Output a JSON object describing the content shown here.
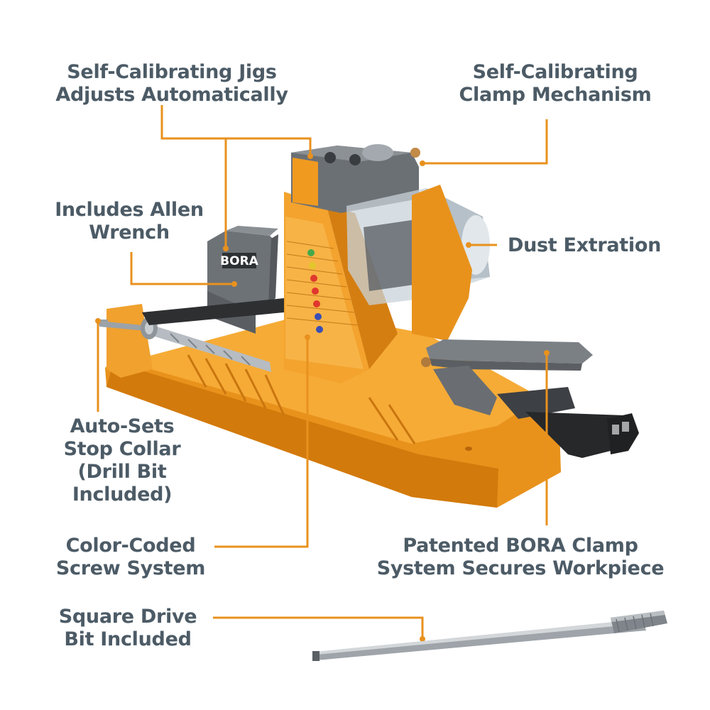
{
  "colors": {
    "accent_orange": "#e8911e",
    "body_orange": "#f2a22c",
    "label_gray": "#4c5b66",
    "tool_gray": "#6f7479",
    "dark_gray": "#3c4045"
  },
  "brand": {
    "logo_text": "BORA"
  },
  "callouts": {
    "self_calibrating_jigs": {
      "line1": "Self-Calibrating Jigs",
      "line2": "Adjusts Automatically"
    },
    "clamp_mechanism": {
      "line1": "Self-Calibrating",
      "line2": "Clamp Mechanism"
    },
    "allen_wrench": {
      "line1": "Includes Allen",
      "line2": "Wrench"
    },
    "dust_extraction": {
      "line1": "Dust Extration"
    },
    "stop_collar": {
      "line1": "Auto-Sets",
      "line2": "Stop Collar",
      "line3": "(Drill Bit",
      "line4": "Included)"
    },
    "color_coded": {
      "line1": "Color-Coded",
      "line2": "Screw System"
    },
    "clamp_system": {
      "line1": "Patented BORA Clamp",
      "line2": "System Secures Workpiece"
    },
    "square_drive": {
      "line1": "Square Drive",
      "line2": "Bit Included"
    }
  },
  "icons": [
    "pocket-hole-jig-illustration",
    "square-drive-bit-illustration"
  ]
}
